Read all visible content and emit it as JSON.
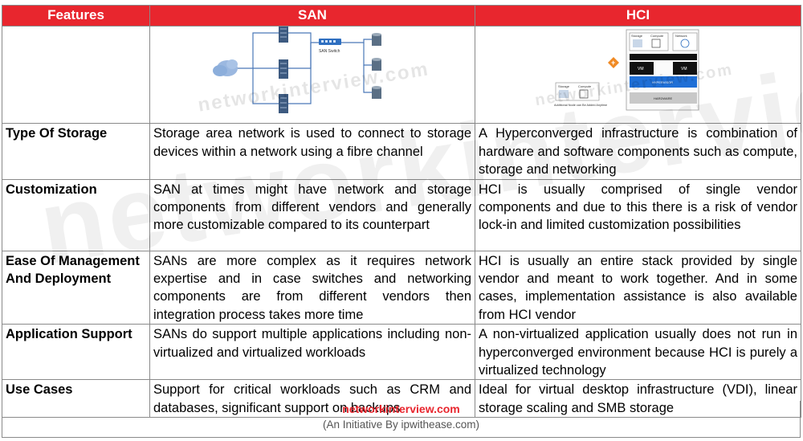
{
  "header": {
    "col1": "Features",
    "col2": "SAN",
    "col3": "HCI"
  },
  "rows": [
    {
      "feature": "Type Of Storage",
      "san": "Storage area network is used to connect to storage devices within a network using a fibre channel",
      "hci": "A Hyperconverged infrastructure is combination of hardware and software components such as compute, storage and networking"
    },
    {
      "feature": "Customization",
      "san": "SAN at times might have network and storage components from different vendors and generally more customizable compared to its counterpart",
      "hci": "HCI is usually comprised of single vendor components and due to this there is a risk of vendor lock-in and limited customization possibilities"
    },
    {
      "feature": "Ease Of Management And Deployment",
      "san": "SANs are more complex as it requires network expertise and in case switches and networking components are from different vendors then integration process takes more time",
      "hci": "HCI is usually an entire stack provided by single vendor and meant to work together. And in some cases, implementation assistance is also available from HCI vendor"
    },
    {
      "feature": "Application Support",
      "san": "SANs do support multiple applications including non-virtualized and virtualized workloads",
      "hci": "A non-virtualized application usually does not run in hyperconverged environment because HCI is purely a virtualized technology"
    },
    {
      "feature": "Use Cases",
      "san": "Support for critical workloads such as CRM and databases, significant support on backups",
      "hci": "Ideal for virtual desktop infrastructure (VDI), linear storage scaling and SMB storage"
    }
  ],
  "diagrams": {
    "san": {
      "switch_label": "SAN Switch"
    },
    "hci": {
      "storage": "Storage",
      "compute": "Compute",
      "network": "Network",
      "vm": "VM",
      "hypervisor": "HYPERVISOR",
      "hardware": "HARDWARE",
      "note": "Additional Node can Be Added Anytime",
      "plus": "+"
    }
  },
  "watermark": "networkinterview",
  "watermark_small": "networkinterview.com",
  "footer": {
    "site": "networkinterview.com",
    "tagline": "(An Initiative By ipwithease.com)"
  },
  "colors": {
    "header_bg": "#e8262e",
    "accent": "#e8262e",
    "server": "#3d5a80",
    "vm_block": "#111111",
    "hypervisor": "#1f6fd6"
  }
}
